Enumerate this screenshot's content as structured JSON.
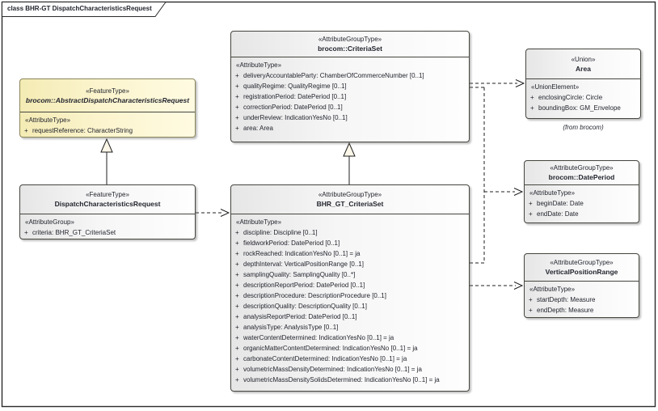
{
  "frame": {
    "title": "class BHR-GT DispatchCharacteristicsRequest"
  },
  "colors": {
    "abstract_class_fill": "#f4ebb4",
    "class_fill_gradient_left": "#e6e6e6",
    "class_fill_gradient_right": "#fefefe",
    "box_border": "#45453f",
    "text": "#23252e",
    "connector": "#1f1f1f",
    "triangle_fill": "#fcf7e8"
  },
  "classes": {
    "abstract": {
      "stereotype": "«FeatureType»",
      "name": "brocom::AbstractDispatchCharacteristicsRequest",
      "section_label": "«AttributeType»",
      "attributes": [
        {
          "vis": "+",
          "text": "requestReference: CharacterString"
        }
      ]
    },
    "dispatch": {
      "stereotype": "«FeatureType»",
      "name": "DispatchCharacteristicsRequest",
      "section_label": "«AttributeGroup»",
      "attributes": [
        {
          "vis": "+",
          "text": "criteria: BHR_GT_CriteriaSet"
        }
      ]
    },
    "criteriaset": {
      "stereotype": "«AttributeGroupType»",
      "name": "brocom::CriteriaSet",
      "section_label": "«AttributeType»",
      "attributes": [
        {
          "vis": "+",
          "text": "deliveryAccountableParty: ChamberOfCommerceNumber [0..1]"
        },
        {
          "vis": "+",
          "text": "qualityRegime: QualityRegime [0..1]"
        },
        {
          "vis": "+",
          "text": "registrationPeriod: DatePeriod [0..1]"
        },
        {
          "vis": "+",
          "text": "correctionPeriod: DatePeriod [0..1]"
        },
        {
          "vis": "+",
          "text": "underReview: IndicationYesNo [0..1]"
        },
        {
          "vis": "+",
          "text": "area: Area"
        }
      ]
    },
    "bhr": {
      "stereotype": "«AttributeGroupType»",
      "name": "BHR_GT_CriteriaSet",
      "section_label": "«AttributeType»",
      "attributes": [
        {
          "vis": "+",
          "text": "discipline: Discipline [0..1]"
        },
        {
          "vis": "+",
          "text": "fieldworkPeriod: DatePeriod [0..1]"
        },
        {
          "vis": "+",
          "text": "rockReached: IndicationYesNo [0..1] = ja"
        },
        {
          "vis": "+",
          "text": "depthInterval: VerticalPositionRange [0..1]"
        },
        {
          "vis": "+",
          "text": "samplingQuality: SamplingQuality [0..*]"
        },
        {
          "vis": "+",
          "text": "descriptionReportPeriod: DatePeriod [0..1]"
        },
        {
          "vis": "+",
          "text": "descriptionProcedure: DescriptionProcedure [0..1]"
        },
        {
          "vis": "+",
          "text": "descriptionQuality: DescriptionQuality [0..1]"
        },
        {
          "vis": "+",
          "text": "analysisReportPeriod: DatePeriod [0..1]"
        },
        {
          "vis": "+",
          "text": "analysisType: AnalysisType [0..1]"
        },
        {
          "vis": "+",
          "text": "waterContentDetermined: IndicationYesNo [0..1] = ja"
        },
        {
          "vis": "+",
          "text": "organicMatterContentDetermined: IndicationYesNo [0..1] = ja"
        },
        {
          "vis": "+",
          "text": "carbonateContentDetermined: IndicationYesNo [0..1] = ja"
        },
        {
          "vis": "+",
          "text": "volumetricMassDensityDetermined: IndicationYesNo [0..1] = ja"
        },
        {
          "vis": "+",
          "text": "volumetricMassDensitySolidsDetermined: IndicationYesNo [0..1] = ja"
        }
      ]
    },
    "area": {
      "stereotype": "«Union»",
      "name": "Area",
      "section_label": "«UnionElement»",
      "attributes": [
        {
          "vis": "+",
          "text": "enclosingCircle: Circle"
        },
        {
          "vis": "+",
          "text": "boundingBox: GM_Envelope"
        }
      ],
      "footnote": "(from brocom)"
    },
    "dateperiod": {
      "stereotype": "«AttributeGroupType»",
      "name": "brocom::DatePeriod",
      "section_label": "«AttributeType»",
      "attributes": [
        {
          "vis": "+",
          "text": "beginDate: Date"
        },
        {
          "vis": "+",
          "text": "endDate: Date"
        }
      ]
    },
    "vrange": {
      "stereotype": "«AttributeGroupType»",
      "name": "VerticalPositionRange",
      "section_label": "«AttributeType»",
      "attributes": [
        {
          "vis": "+",
          "text": "startDepth: Measure"
        },
        {
          "vis": "+",
          "text": "endDepth: Measure"
        }
      ]
    }
  }
}
